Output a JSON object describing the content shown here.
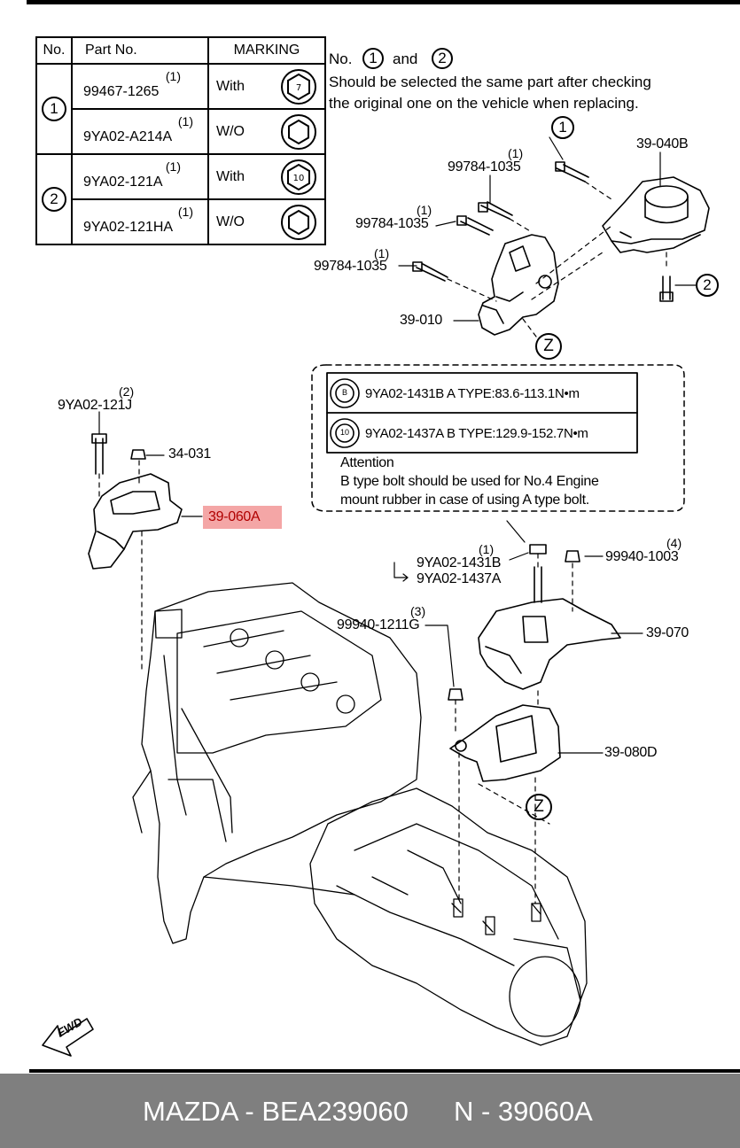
{
  "table": {
    "headers": [
      "No.",
      "Part No.",
      "MARKING"
    ],
    "groups": [
      "1",
      "2"
    ],
    "rows": [
      {
        "qty": "(1)",
        "part": "99467-1265",
        "marking": "With"
      },
      {
        "qty": "(1)",
        "part": "9YA02-A214A",
        "marking": "W/O"
      },
      {
        "qty": "(1)",
        "part": "9YA02-121A",
        "marking": "With"
      },
      {
        "qty": "(1)",
        "part": "9YA02-121HA",
        "marking": "W/O"
      }
    ]
  },
  "note": {
    "line1_a": "No.",
    "circle1": "1",
    "line1_b": "and",
    "circle2": "2",
    "line2": "Should be selected the same part after checking",
    "line3": "the original one on the vehicle when replacing."
  },
  "callouts": {
    "c1": "1",
    "c2": "2",
    "z1": "Z",
    "z2": "Z",
    "b1": "2"
  },
  "labels": {
    "p39040b": "39-040B",
    "p99784a": "99784-1035",
    "p99784a_q": "(1)",
    "p99784b": "99784-1035",
    "p99784b_q": "(1)",
    "p99784c": "99784-1035",
    "p99784c_q": "(1)",
    "p39010": "39-010",
    "p9ya02121j": "9YA02-121J",
    "p9ya02121j_q": "(2)",
    "p34031": "34-031",
    "p39060a": "39-060A",
    "p9ya021431b": "9YA02-1431B",
    "p9ya021437a": "9YA02-1437A",
    "p9ya02_q": "(1)",
    "p999401003": "99940-1003",
    "p999401003_q": "(4)",
    "p999401211g": "99940-1211G",
    "p999401211g_q": "(3)",
    "p39070": "39-070",
    "p39080d": "39-080D"
  },
  "bolt_box": {
    "row1_mark": "B",
    "row1": "9YA02-1431B  A TYPE:83.6-113.1N•m",
    "row2_mark": "10",
    "row2": "9YA02-1437A  B TYPE:129.9-152.7N•m",
    "attention_title": "Attention",
    "attention_line1": "B type bolt should be used for No.4 Engine",
    "attention_line2": "mount rubber in case of using A type bolt."
  },
  "fwd": "FWD",
  "footer": {
    "left": "MAZDA - BEA239060",
    "right": "N - 39060A"
  },
  "colors": {
    "highlight": "#f4a6a6",
    "footer_bg": "#7f7f7f"
  }
}
